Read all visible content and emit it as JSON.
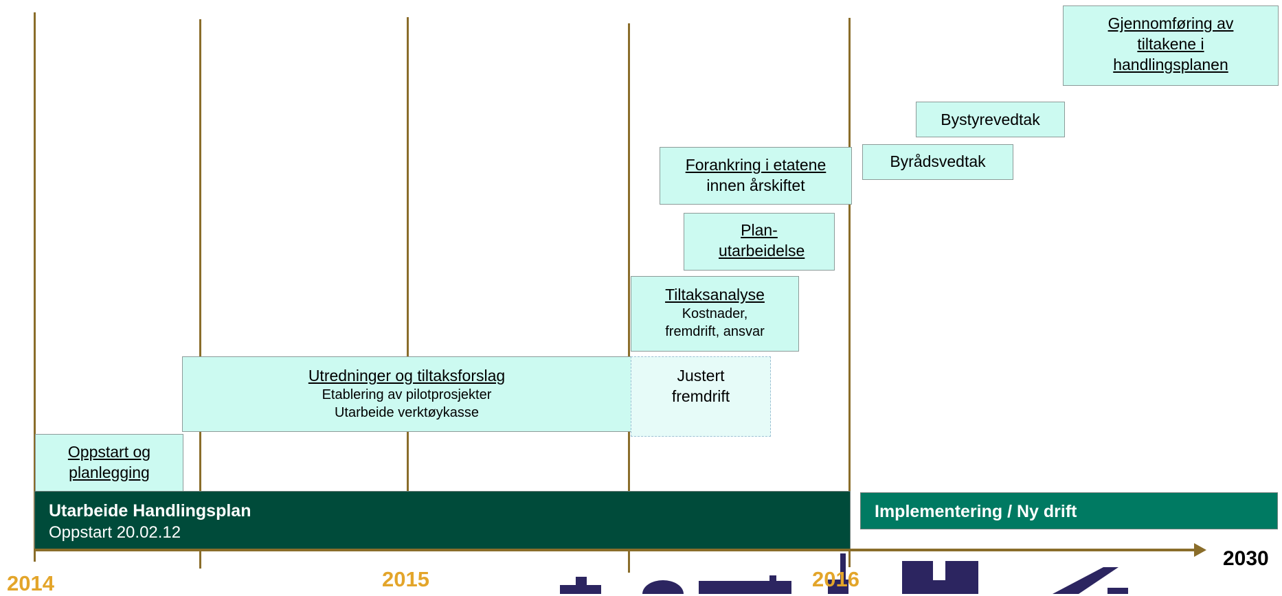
{
  "years": {
    "y2014": "2014",
    "y2015": "2015",
    "y2016": "2016",
    "y2030": "2030"
  },
  "phases": {
    "main": {
      "title": "Utarbeide Handlingsplan",
      "subtitle": "Oppstart 20.02.12"
    },
    "implementation": {
      "title": "Implementering / Ny drift"
    }
  },
  "tasks": {
    "oppstart": {
      "title": "Oppstart og planlegging"
    },
    "utredninger": {
      "title": "Utredninger og tiltaksforslag",
      "line1": "Etablering av pilotprosjekter",
      "line2": "Utarbeide verktøykasse"
    },
    "justert": {
      "title": "Justert fremdrift"
    },
    "tiltaksanalyse": {
      "title": "Tiltaksanalyse",
      "line1": "Kostnader,",
      "line2": "fremdrift, ansvar"
    },
    "plan": {
      "title": "Plan-utarbeidelse"
    },
    "forankring": {
      "title": "Forankring i etatene",
      "line1": "innen årskiftet"
    },
    "byradsvedtak": {
      "title": "Byrådsvedtak"
    },
    "bystyrevedtak": {
      "title": "Bystyrevedtak"
    },
    "gjennomforing": {
      "title": "Gjennomføring av tiltakene i handlingsplanen"
    }
  },
  "colors": {
    "taskFill": "#ccfaf1",
    "mainPhase": "#004b3a",
    "implPhase": "#007a62",
    "axis": "#8a6d2a",
    "yearLabel": "#e3a52a",
    "skyline": "#2c2560"
  }
}
